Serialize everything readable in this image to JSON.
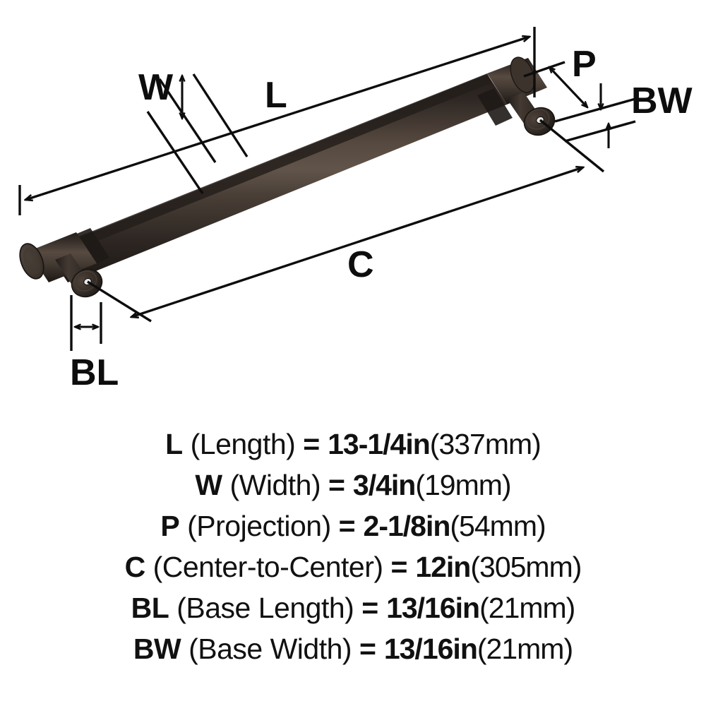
{
  "product": {
    "type": "cabinet-pull-handle",
    "finish_color": "#352d28",
    "view": "isometric technical dimension drawing"
  },
  "diagram": {
    "labels": {
      "w": "W",
      "l": "L",
      "p": "P",
      "bw": "BW",
      "c": "C",
      "bl": "BL"
    }
  },
  "specs": [
    {
      "symbol": "L",
      "description": "(Length)",
      "equals": "=",
      "value": "13-1/4in",
      "metric": "(337mm)"
    },
    {
      "symbol": "W",
      "description": "(Width)",
      "equals": "=",
      "value": "3/4in",
      "metric": "(19mm)"
    },
    {
      "symbol": "P",
      "description": "(Projection)",
      "equals": "=",
      "value": "2-1/8in",
      "metric": "(54mm)"
    },
    {
      "symbol": "C",
      "description": "(Center-to-Center)",
      "equals": "=",
      "value": "12in",
      "metric": "(305mm)"
    },
    {
      "symbol": "BL",
      "description": "(Base Length)",
      "equals": "=",
      "value": "13/16in",
      "metric": "(21mm)"
    },
    {
      "symbol": "BW",
      "description": "(Base Width)",
      "equals": "=",
      "value": "13/16in",
      "metric": "(21mm)"
    }
  ],
  "colors": {
    "line": "#0d0d0d",
    "background": "#ffffff",
    "bar_dark": "#2a2320",
    "bar_mid": "#4c4139",
    "bar_light": "#5d5249"
  }
}
